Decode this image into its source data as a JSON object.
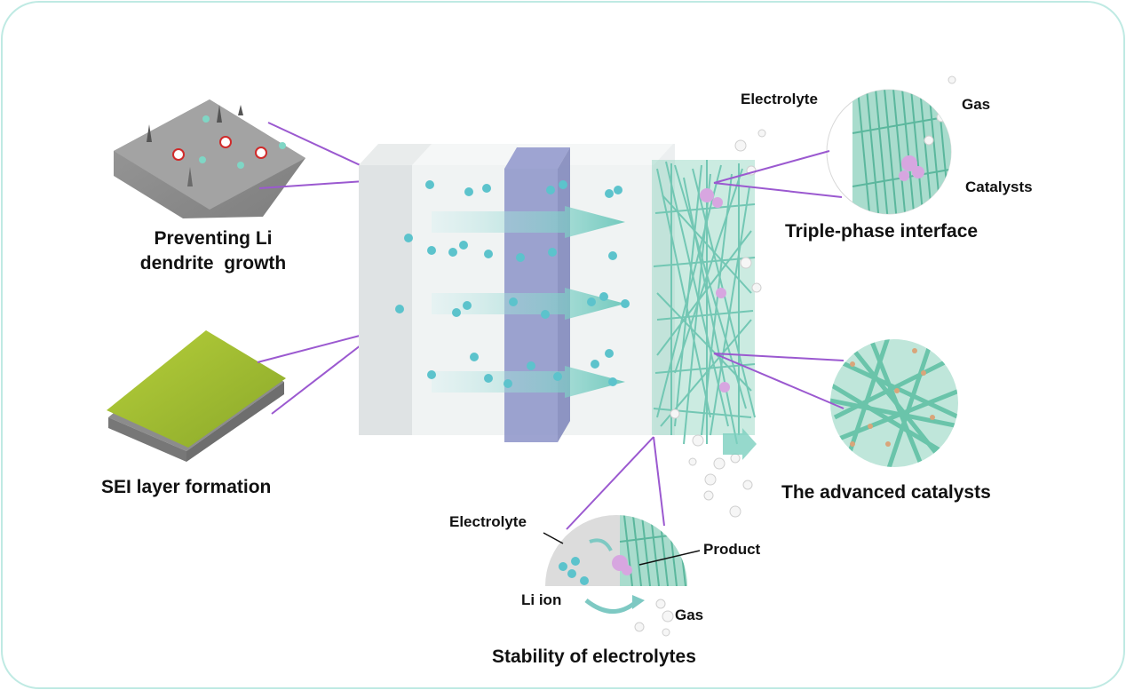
{
  "labels": {
    "preventing_dendrite": [
      "Preventing Li",
      "dendrite  growth"
    ],
    "sei_layer": "SEI layer formation",
    "triple_phase": "Triple-phase interface",
    "advanced_catalysts": "The advanced catalysts",
    "stability": "Stability of electrolytes",
    "inset_top": {
      "electrolyte": "Electrolyte",
      "gas": "Gas",
      "catalysts": "Catalysts"
    },
    "inset_bottom": {
      "electrolyte": "Electrolyte",
      "product": "Product",
      "li_ion": "Li ion",
      "gas": "Gas"
    }
  },
  "colors": {
    "frame_border": "#bfeae3",
    "pointer_line": "#9b59d0",
    "fiber": "#6cc5b0",
    "ion": "#5cc3cc",
    "separator": "#8c93c8",
    "sei": "#9cbf2a",
    "product": "#d7a6e0"
  }
}
